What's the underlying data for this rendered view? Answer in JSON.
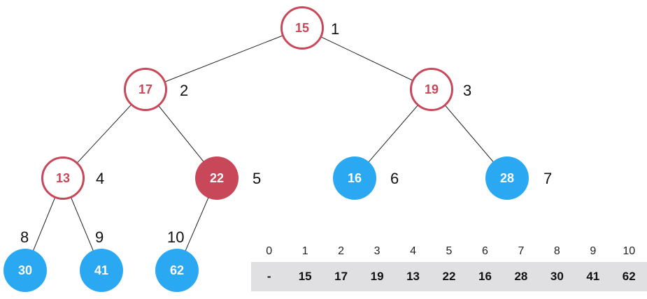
{
  "nodes": [
    {
      "index": "1",
      "value": "15",
      "style": "outline"
    },
    {
      "index": "2",
      "value": "17",
      "style": "outline"
    },
    {
      "index": "3",
      "value": "19",
      "style": "outline"
    },
    {
      "index": "4",
      "value": "13",
      "style": "outline"
    },
    {
      "index": "5",
      "value": "22",
      "style": "filled-red"
    },
    {
      "index": "6",
      "value": "16",
      "style": "filled-blue"
    },
    {
      "index": "7",
      "value": "28",
      "style": "filled-blue"
    },
    {
      "index": "8",
      "value": "30",
      "style": "filled-blue"
    },
    {
      "index": "9",
      "value": "41",
      "style": "filled-blue"
    },
    {
      "index": "10",
      "value": "62",
      "style": "filled-blue"
    }
  ],
  "edges": [
    [
      1,
      2
    ],
    [
      1,
      3
    ],
    [
      2,
      4
    ],
    [
      2,
      5
    ],
    [
      3,
      6
    ],
    [
      3,
      7
    ],
    [
      4,
      8
    ],
    [
      4,
      9
    ],
    [
      5,
      10
    ]
  ],
  "array": {
    "indices": [
      "0",
      "1",
      "2",
      "3",
      "4",
      "5",
      "6",
      "7",
      "8",
      "9",
      "10"
    ],
    "values": [
      "-",
      "15",
      "17",
      "19",
      "13",
      "22",
      "16",
      "28",
      "30",
      "41",
      "62"
    ]
  },
  "colors": {
    "highlight": "#c8485a",
    "leaf": "#2aa9f2",
    "array_bg": "#e0e0e3"
  }
}
